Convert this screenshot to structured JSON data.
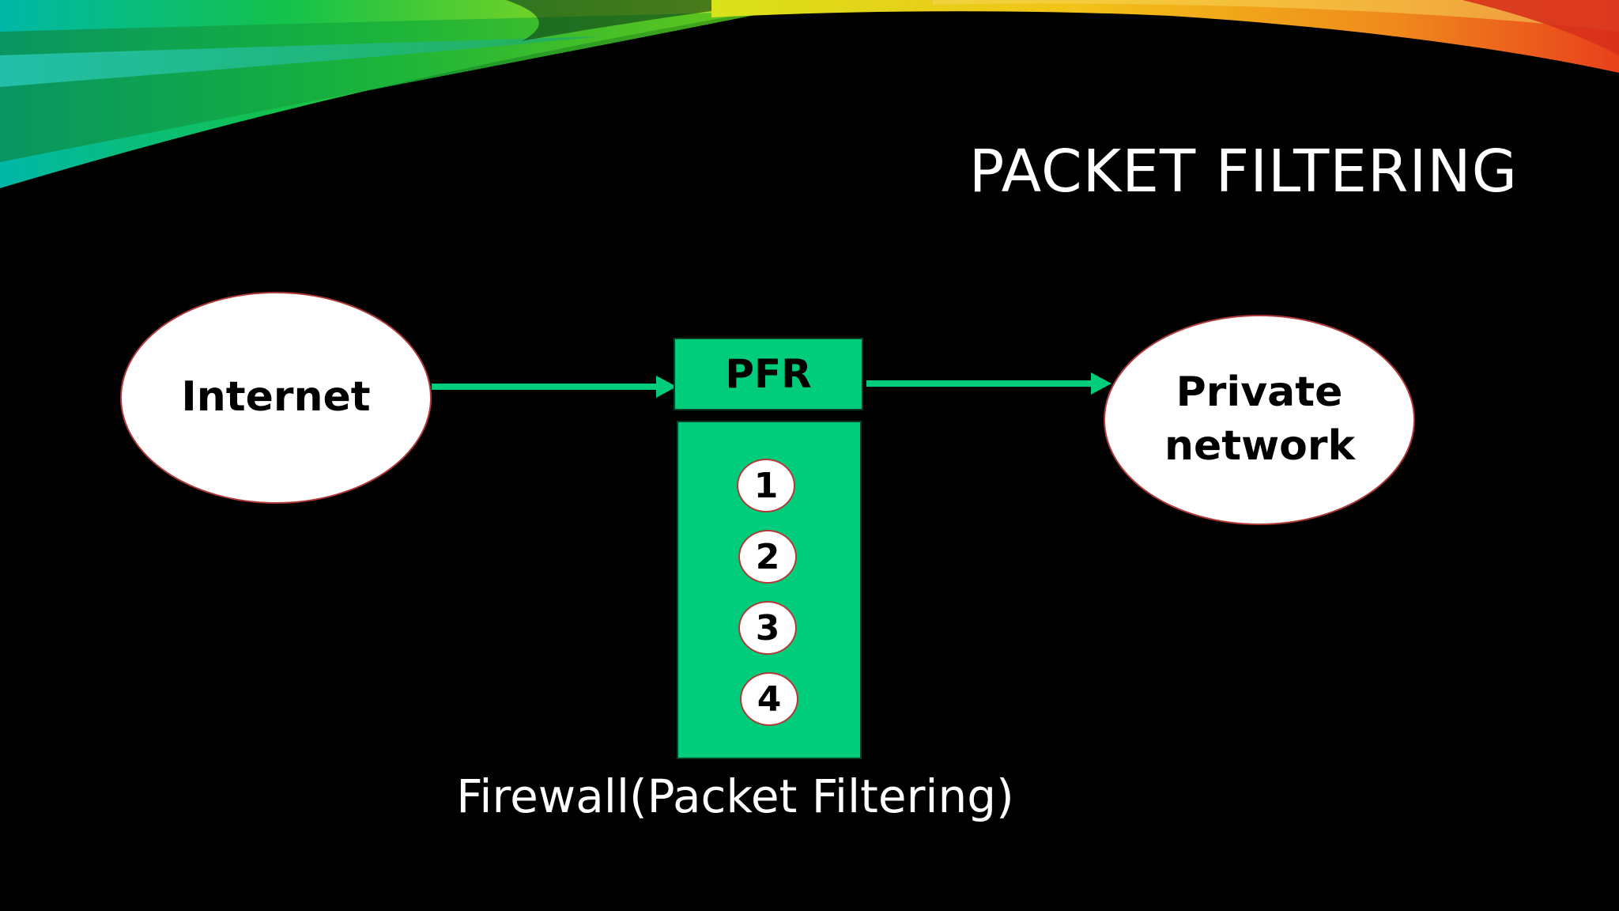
{
  "slide": {
    "title": "PACKET FILTERING",
    "caption": "Firewall(Packet Filtering)"
  },
  "diagram": {
    "source_label": "Internet",
    "destination_label": "Private network",
    "filter_label": "PFR",
    "rules": [
      "1",
      "2",
      "3",
      "4"
    ]
  },
  "colors": {
    "background": "#000000",
    "accent_green": "#00cd7c",
    "ellipse_border": "#b03a3a",
    "text_light": "#ffffff"
  }
}
